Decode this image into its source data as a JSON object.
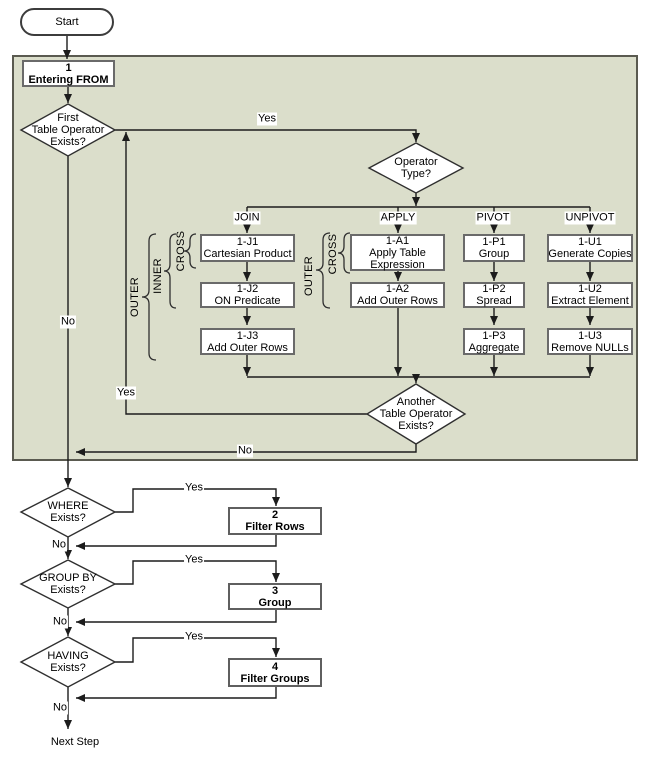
{
  "flow": {
    "start_label": "Start",
    "end_label": "Next Step",
    "edge_labels": {
      "yes": "Yes",
      "no": "No"
    },
    "step1": {
      "num": "1",
      "label": "Entering FROM"
    },
    "decisions": {
      "first_op": {
        "l1": "First",
        "l2": "Table Operator",
        "l3": "Exists?"
      },
      "op_type": {
        "l1": "Operator",
        "l2": "Type?"
      },
      "another_op": {
        "l1": "Another",
        "l2": "Table Operator",
        "l3": "Exists?"
      },
      "where": {
        "l1": "WHERE",
        "l2": "Exists?"
      },
      "group_by": {
        "l1": "GROUP BY",
        "l2": "Exists?"
      },
      "having": {
        "l1": "HAVING",
        "l2": "Exists?"
      }
    },
    "columns": [
      {
        "header": "JOIN",
        "steps": [
          {
            "id": "1-J1",
            "label": "Cartesian Product"
          },
          {
            "id": "1-J2",
            "label": "ON Predicate"
          },
          {
            "id": "1-J3",
            "label": "Add Outer Rows"
          }
        ]
      },
      {
        "header": "APPLY",
        "steps": [
          {
            "id": "1-A1",
            "label": "Apply Table Expression"
          },
          {
            "id": "1-A2",
            "label": "Add Outer Rows"
          }
        ]
      },
      {
        "header": "PIVOT",
        "steps": [
          {
            "id": "1-P1",
            "label": "Group"
          },
          {
            "id": "1-P2",
            "label": "Spread"
          },
          {
            "id": "1-P3",
            "label": "Aggregate"
          }
        ]
      },
      {
        "header": "UNPIVOT",
        "steps": [
          {
            "id": "1-U1",
            "label": "Generate Copies"
          },
          {
            "id": "1-U2",
            "label": "Extract Element"
          },
          {
            "id": "1-U3",
            "label": "Remove NULLs"
          }
        ]
      }
    ],
    "join_group_labels": {
      "outer": "OUTER",
      "inner": "INNER",
      "cross": "CROSS"
    },
    "apply_group_labels": {
      "outer": "OUTER",
      "cross": "CROSS"
    },
    "final_steps": {
      "filter_rows": {
        "num": "2",
        "label": "Filter Rows"
      },
      "group": {
        "num": "3",
        "label": "Group"
      },
      "filter_groups": {
        "num": "4",
        "label": "Filter Groups"
      }
    },
    "colors": {
      "container_fill": "#dbdecb",
      "container_border": "#5a5a50",
      "line": "#1c1c1c",
      "box_border": "#6a6a6a",
      "box_fill": "#ffffff"
    }
  }
}
